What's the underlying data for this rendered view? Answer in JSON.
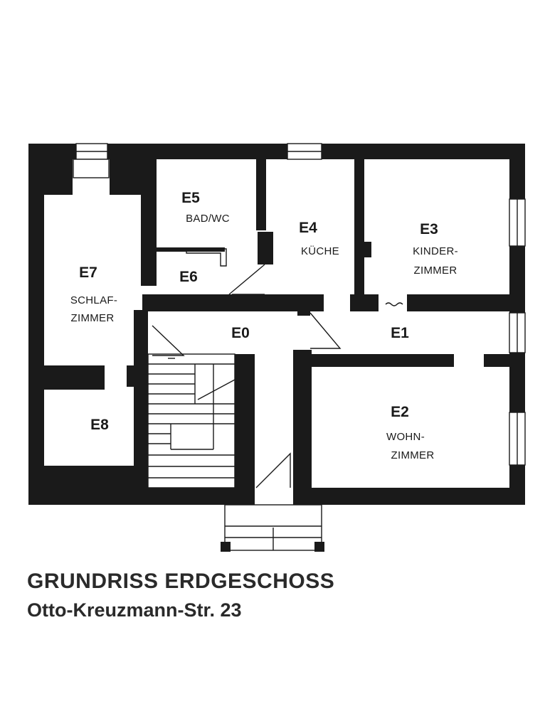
{
  "rooms": {
    "e0": {
      "code": "E0"
    },
    "e1": {
      "code": "E1"
    },
    "e2": {
      "code": "E2",
      "label_1": "WOHN-",
      "label_2": "ZIMMER"
    },
    "e3": {
      "code": "E3",
      "label_1": "KINDER-",
      "label_2": "ZIMMER"
    },
    "e4": {
      "code": "E4",
      "label": "KÜCHE"
    },
    "e5": {
      "code": "E5",
      "label": "BAD/WC"
    },
    "e6": {
      "code": "E6"
    },
    "e7": {
      "code": "E7",
      "label_1": "SCHLAF-",
      "label_2": "ZIMMER"
    },
    "e8": {
      "code": "E8"
    }
  },
  "caption": {
    "title": "GRUNDRISS ERDGESCHOSS",
    "address": "Otto-Kreuzmann-Str. 23"
  }
}
